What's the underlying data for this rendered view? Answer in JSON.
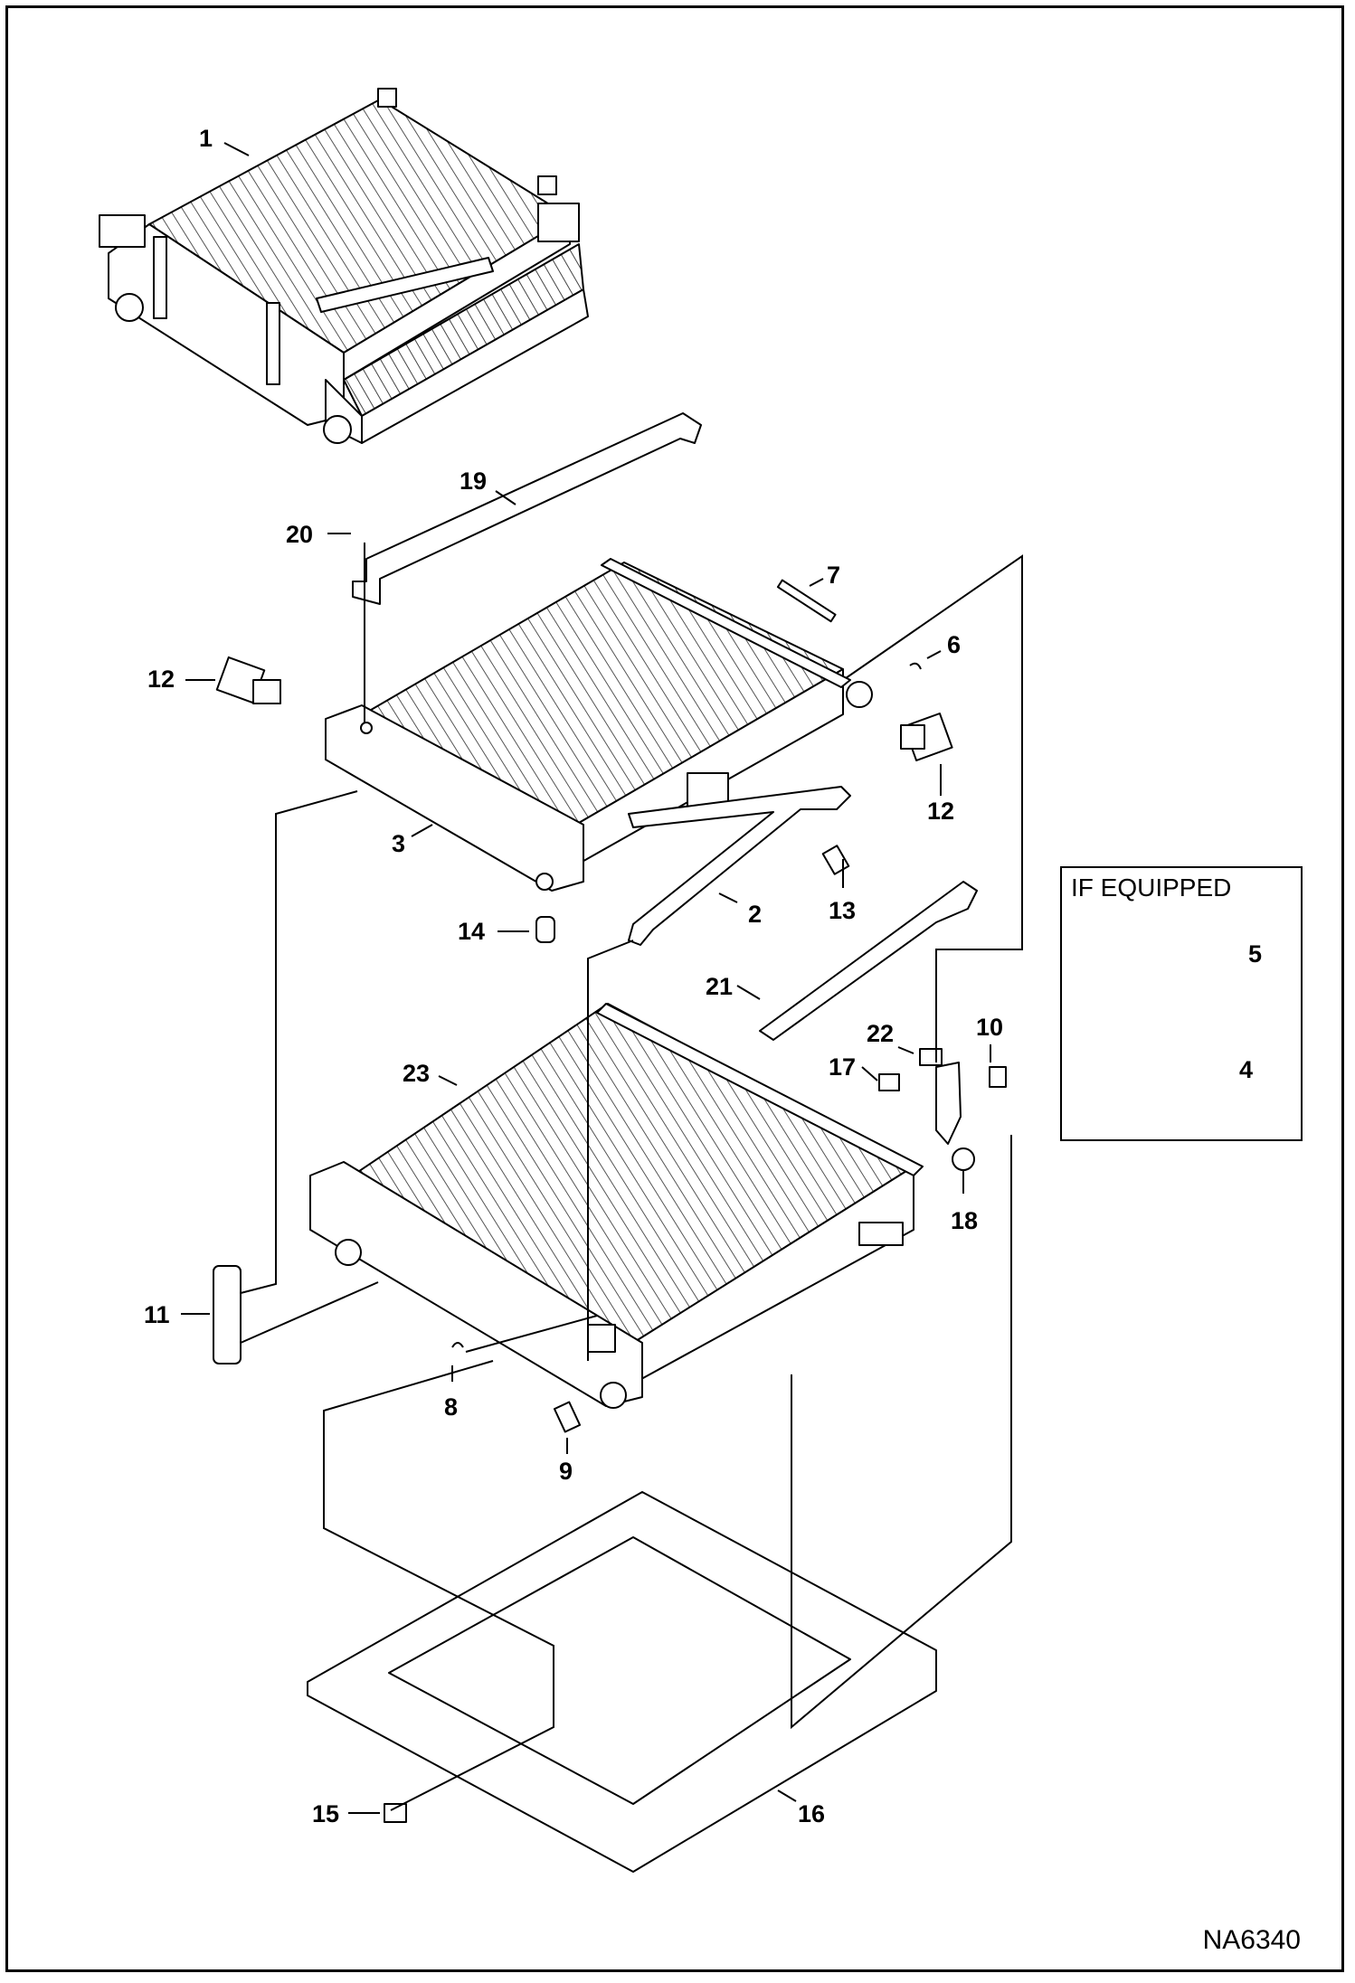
{
  "figure_id": "NA6340",
  "inset": {
    "title": "IF EQUIPPED",
    "callouts": [
      "5",
      "4"
    ]
  },
  "callouts": [
    {
      "id": "c1",
      "label": "1"
    },
    {
      "id": "c19",
      "label": "19"
    },
    {
      "id": "c20",
      "label": "20"
    },
    {
      "id": "c7",
      "label": "7"
    },
    {
      "id": "c12a",
      "label": "12"
    },
    {
      "id": "c6",
      "label": "6"
    },
    {
      "id": "c12b",
      "label": "12"
    },
    {
      "id": "c3",
      "label": "3"
    },
    {
      "id": "c2",
      "label": "2"
    },
    {
      "id": "c13",
      "label": "13"
    },
    {
      "id": "c14",
      "label": "14"
    },
    {
      "id": "c21",
      "label": "21"
    },
    {
      "id": "c22",
      "label": "22"
    },
    {
      "id": "c10",
      "label": "10"
    },
    {
      "id": "c17",
      "label": "17"
    },
    {
      "id": "c23",
      "label": "23"
    },
    {
      "id": "c18",
      "label": "18"
    },
    {
      "id": "c11",
      "label": "11"
    },
    {
      "id": "c8",
      "label": "8"
    },
    {
      "id": "c9",
      "label": "9"
    },
    {
      "id": "c15",
      "label": "15"
    },
    {
      "id": "c16",
      "label": "16"
    }
  ]
}
